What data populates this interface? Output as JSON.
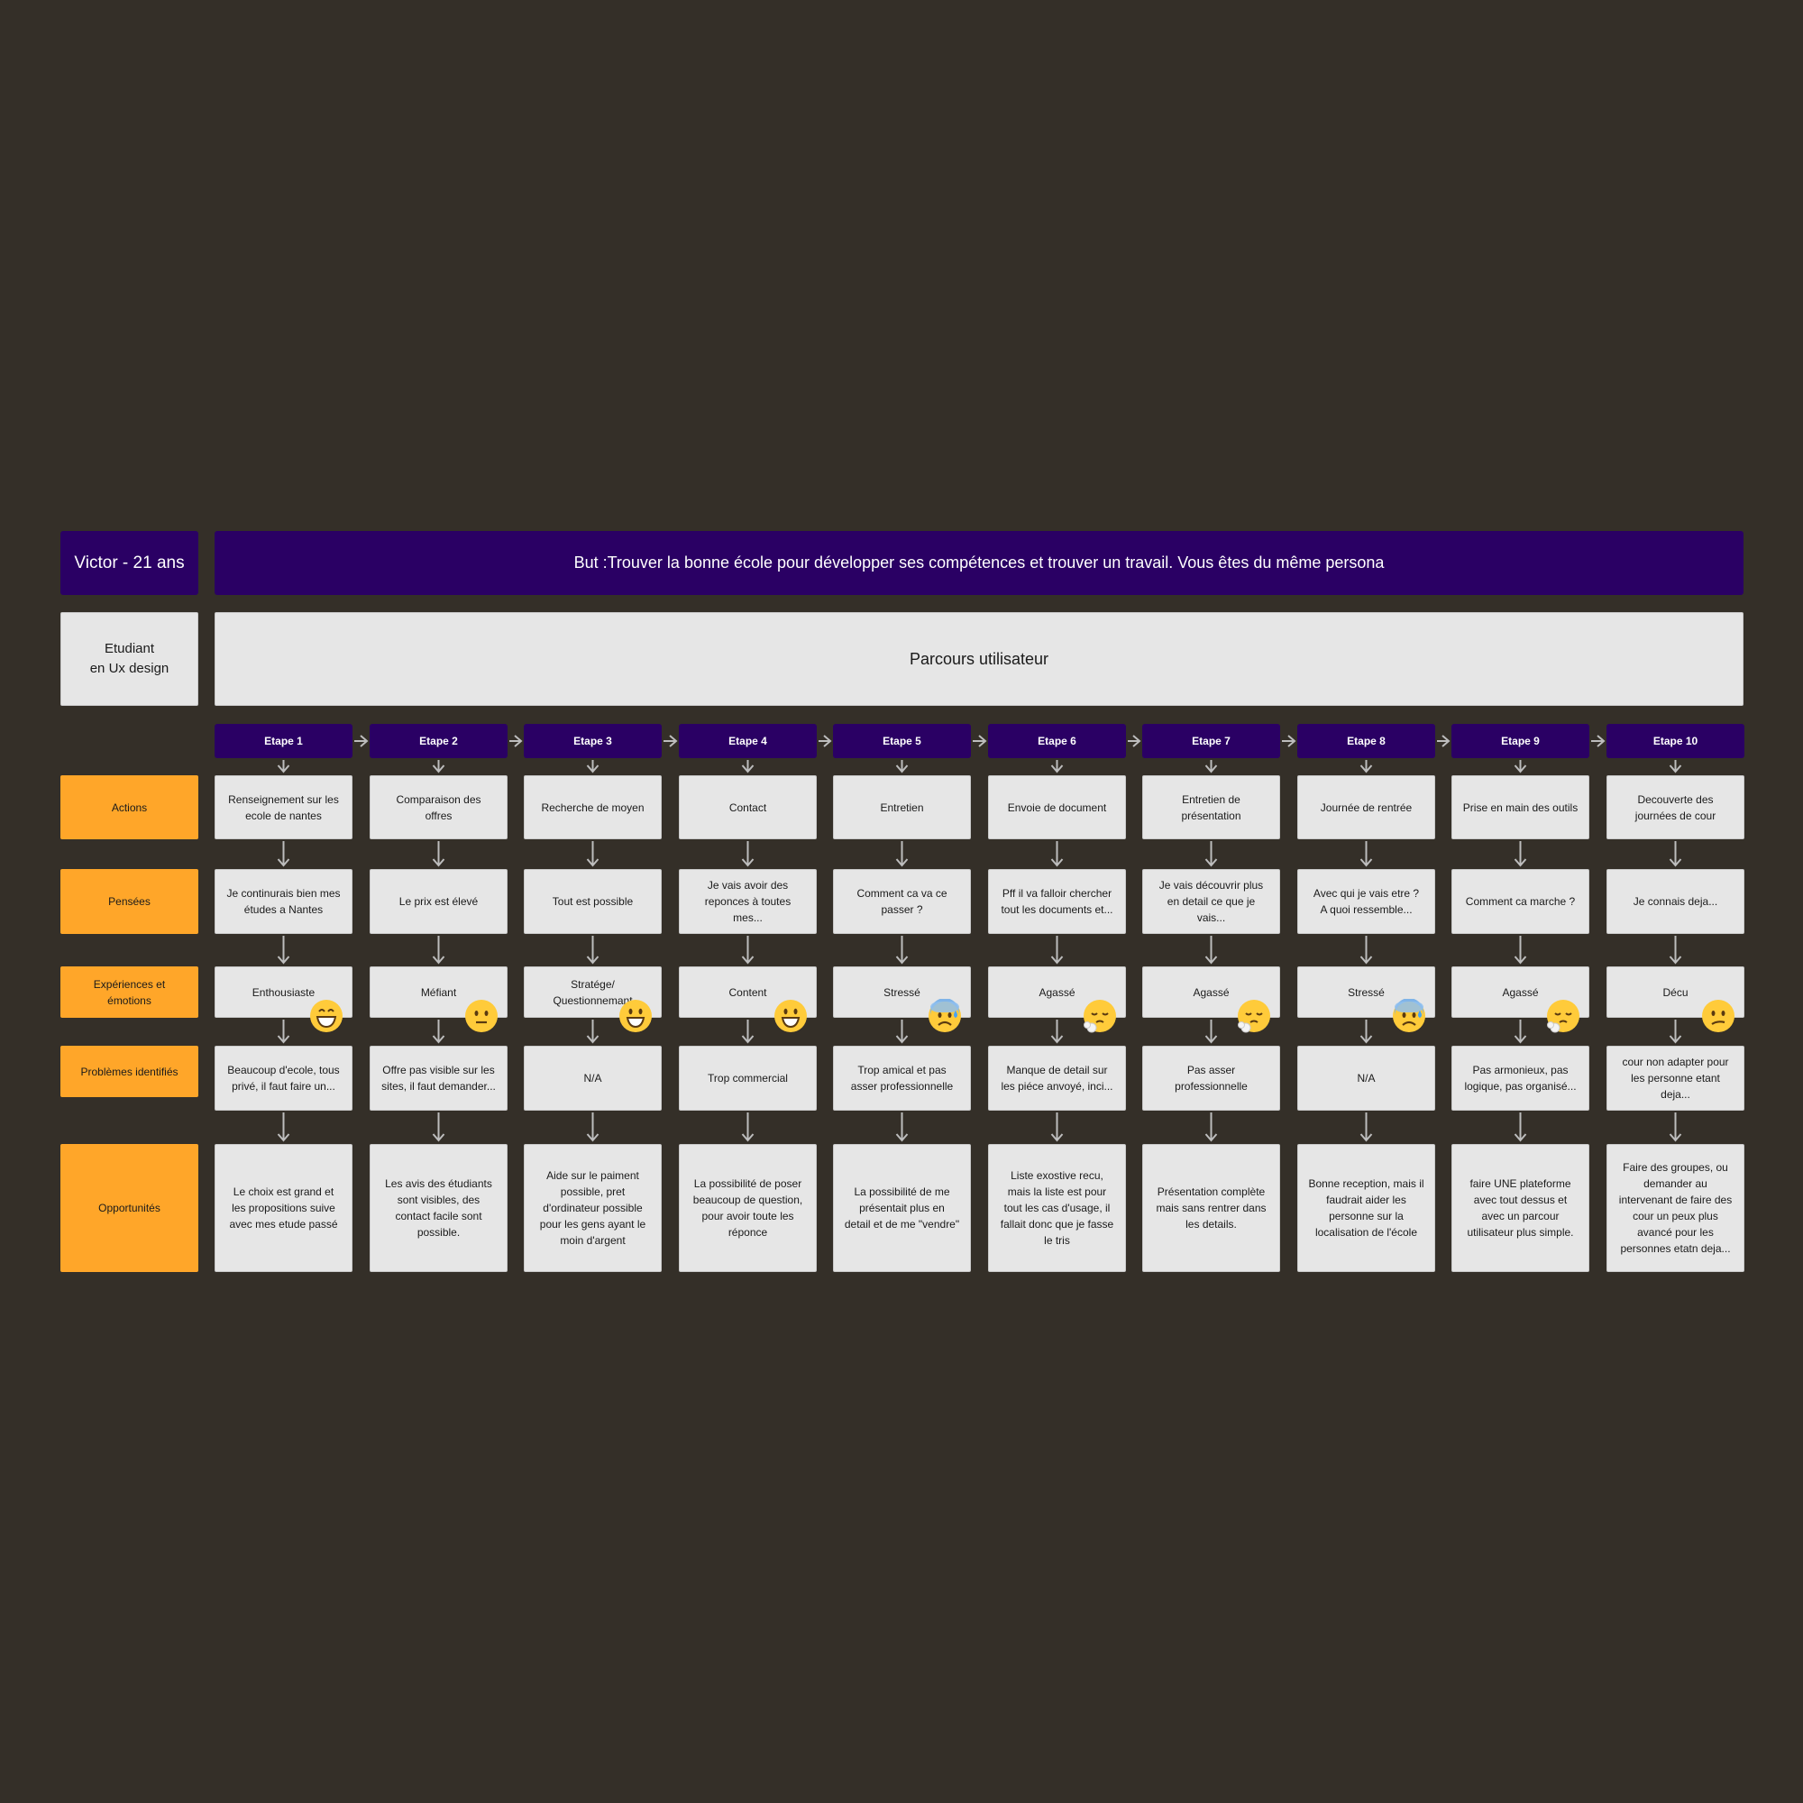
{
  "persona": {
    "name": "Victor - 21 ans",
    "role": "Etudiant\nen Ux design",
    "goal": "But :Trouver la bonne école pour développer ses compétences et trouver un travail. Vous êtes du même persona"
  },
  "journey_title": "Parcours utilisateur",
  "row_labels": {
    "actions": "Actions",
    "pensees": "Pensées",
    "experiences": "Expériences et\némotions",
    "problemes": "Problèmes identifiés",
    "opportunites": "Opportunités"
  },
  "steps": [
    {
      "label": "Etape 1",
      "action": "Renseignement sur les\necole de nantes",
      "pensee": "Je continurais bien mes\nétudes a Nantes",
      "emotion": "Enthousiaste",
      "emoji": "grinning-face-icon",
      "probleme": "Beaucoup d'ecole, tous\nprivé, il faut faire un...",
      "opportunite": "Le choix est grand et\nles propositions suive\navec mes etude passé"
    },
    {
      "label": "Etape 2",
      "action": "Comparaison des\noffres",
      "pensee": "Le prix est élevé",
      "emotion": "Méfiant",
      "emoji": "neutral-face-icon",
      "probleme": "Offre pas visible sur les\nsites, il faut demander...",
      "opportunite": "Les avis des étudiants\nsont visibles, des\ncontact facile sont\npossible."
    },
    {
      "label": "Etape 3",
      "action": "Recherche de moyen",
      "pensee": "Tout est possible",
      "emotion": "Stratége/\nQuestionnemant",
      "emoji": "smiling-face-icon",
      "probleme": "N/A",
      "opportunite": "Aide sur le paiment\npossible, pret\nd'ordinateur possible\npour les gens ayant le\nmoin d'argent"
    },
    {
      "label": "Etape 4",
      "action": "Contact",
      "pensee": "Je vais avoir des\nreponces à toutes mes...",
      "emotion": "Content",
      "emoji": "smiling-face-icon",
      "probleme": "Trop commercial",
      "opportunite": "La possibilité de poser\nbeaucoup de question,\npour avoir toute les\nréponce"
    },
    {
      "label": "Etape 5",
      "action": "Entretien",
      "pensee": "Comment ca va ce\npasser ?",
      "emotion": "Stressé",
      "emoji": "anxious-sweat-face-icon",
      "probleme": "Trop amical et pas\nasser professionnelle",
      "opportunite": "La possibilité de me\nprésentait plus en\ndetail et de me \"vendre\""
    },
    {
      "label": "Etape 6",
      "action": "Envoie de document",
      "pensee": "Pff il va falloir chercher\ntout les documents et...",
      "emotion": "Agassé",
      "emoji": "exhaling-face-icon",
      "probleme": "Manque de detail sur\nles piéce anvoyé, inci...",
      "opportunite": "Liste exostive recu,\nmais la liste est pour\ntout les cas d'usage, il\nfallait donc que je fasse\nle tris"
    },
    {
      "label": "Etape 7",
      "action": "Entretien de\nprésentation",
      "pensee": "Je vais découvrir plus\nen detail ce que je vais...",
      "emotion": "Agassé",
      "emoji": "exhaling-face-icon",
      "probleme": "Pas asser\nprofessionnelle",
      "opportunite": "Présentation complète\nmais sans rentrer dans\nles details."
    },
    {
      "label": "Etape 8",
      "action": "Journée de rentrée",
      "pensee": "Avec qui je vais etre ?\nA quoi ressemble...",
      "emotion": "Stressé",
      "emoji": "anxious-sweat-face-icon",
      "probleme": "N/A",
      "opportunite": "Bonne reception, mais il\nfaudrait aider les\npersonne sur la\nlocalisation de l'école"
    },
    {
      "label": "Etape 9",
      "action": "Prise en main des outils",
      "pensee": "Comment ca marche ?",
      "emotion": "Agassé",
      "emoji": "exhaling-face-icon",
      "probleme": "Pas armonieux, pas\nlogique, pas organisé...",
      "opportunite": "faire UNE plateforme\navec tout dessus et\navec un parcour\nutilisateur plus simple."
    },
    {
      "label": "Etape 10",
      "action": "Decouverte des\njournées de cour",
      "pensee": "Je connais deja...",
      "emotion": "Décu",
      "emoji": "confused-face-icon",
      "probleme": "cour non adapter pour\nles personne etant deja...",
      "opportunite": "Faire des groupes, ou\ndemander au\nintervenant de faire des\ncour un peux plus\navancé pour les\npersonnes etatn deja..."
    }
  ],
  "colors": {
    "background": "#342f28",
    "header_purple": "#2a0064",
    "label_orange": "#ffa629",
    "card_grey": "#e6e6e6",
    "arrow": "#bdbdbd"
  }
}
